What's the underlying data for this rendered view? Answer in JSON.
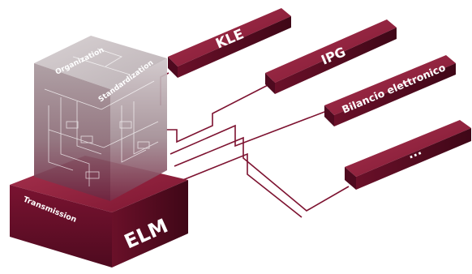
{
  "colors": {
    "accent": "#8a1538",
    "accent_dark": "#5e0b25",
    "accent_light": "#a83556",
    "connector": "#7d1230",
    "cube_light": "#c7bfc2",
    "cube_mid": "#9b8a90",
    "cube_dark": "#6f1f39"
  },
  "diagram": {
    "base_label": "ELM",
    "layers": [
      {
        "label": "Organization"
      },
      {
        "label": "Standardization"
      },
      {
        "label": "Transmission"
      }
    ],
    "targets": [
      {
        "label": "KLE"
      },
      {
        "label": "IPG"
      },
      {
        "label": "Bilancio elettronico"
      },
      {
        "label": "..."
      }
    ]
  }
}
